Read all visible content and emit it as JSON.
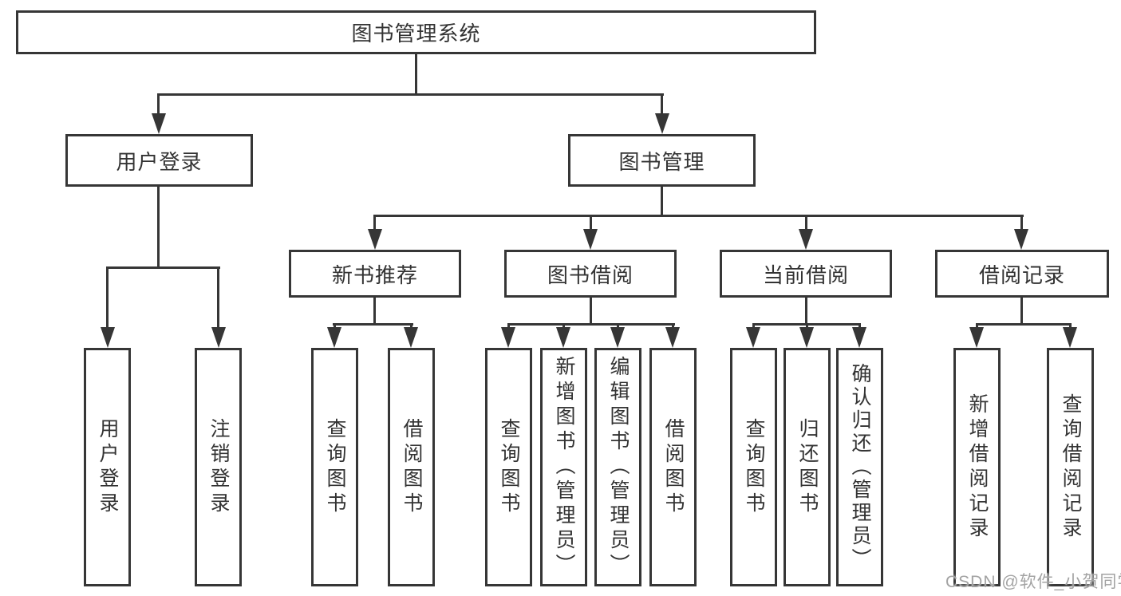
{
  "diagram": {
    "root": {
      "label": "图书管理系统"
    },
    "branches": [
      {
        "label": "用户登录",
        "children": [
          {
            "label": "用户登录"
          },
          {
            "label": "注销登录"
          }
        ]
      },
      {
        "label": "图书管理",
        "children": [
          {
            "label": "新书推荐",
            "children": [
              {
                "label": "查询图书"
              },
              {
                "label": "借阅图书"
              }
            ]
          },
          {
            "label": "图书借阅",
            "children": [
              {
                "label": "查询图书"
              },
              {
                "label": "新增图书（管理员）"
              },
              {
                "label": "编辑图书（管理员）"
              },
              {
                "label": "借阅图书"
              }
            ]
          },
          {
            "label": "当前借阅",
            "children": [
              {
                "label": "查询图书"
              },
              {
                "label": "归还图书"
              },
              {
                "label": "确认归还（管理员）"
              }
            ]
          },
          {
            "label": "借阅记录",
            "children": [
              {
                "label": "新增借阅记录"
              },
              {
                "label": "查询借阅记录"
              }
            ]
          }
        ]
      }
    ]
  },
  "watermark": {
    "text": "CSDN @软件_小贺同学"
  },
  "colors": {
    "line": "#363636",
    "text": "#333333",
    "background": "#ffffff",
    "watermark": "#a3a3a3"
  }
}
